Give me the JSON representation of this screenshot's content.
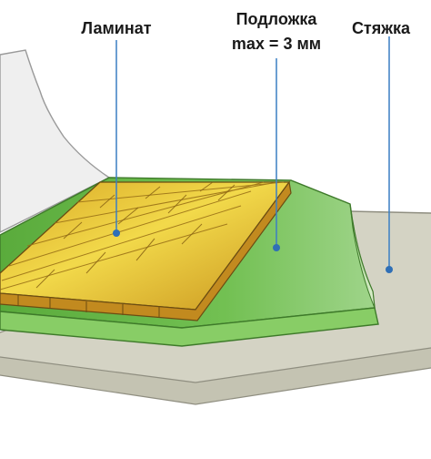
{
  "labels": {
    "laminate": "Ламинат",
    "underlay_line1": "Подложка",
    "underlay_line2": "max = 3 мм",
    "screed": "Стяжка"
  },
  "colors": {
    "laminate_top": "#e8c430",
    "laminate_edge": "#c98d1e",
    "underlay_top": "#6cbb4e",
    "underlay_edge": "#8bcf6a",
    "screed": "#d4d2c2",
    "wall": "#eeeeee",
    "leader_line": "#3a7fc4"
  }
}
